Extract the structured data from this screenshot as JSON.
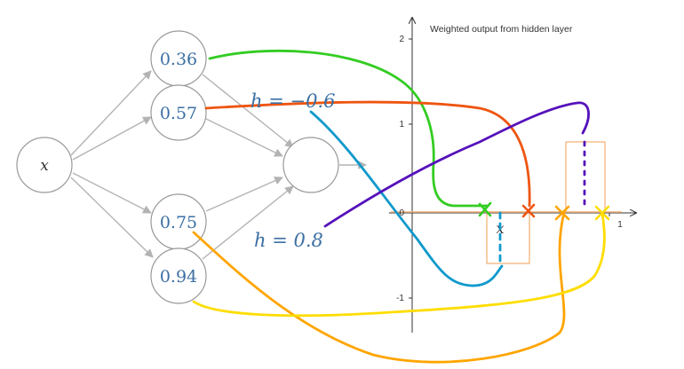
{
  "network": {
    "input_label": "x",
    "hidden_values": [
      "0.36",
      "0.57",
      "0.75",
      "0.94"
    ]
  },
  "annotations": {
    "h_top": "h = −0.6",
    "h_bottom": "h = 0.8"
  },
  "chart": {
    "title": "Weighted output from hidden layer",
    "x_axis_label": "x",
    "y_ticks": [
      "2",
      "1",
      "0",
      "-1"
    ],
    "x_ticks": [
      "1"
    ]
  },
  "colors": {
    "green": "#33cc22",
    "orange_red": "#ee5511",
    "blue": "#1199cc",
    "purple": "#5511bb",
    "orange": "#ffa500",
    "yellow": "#ffdd00",
    "output_box": "#f5b47a",
    "baseline": "#f5b47a"
  }
}
